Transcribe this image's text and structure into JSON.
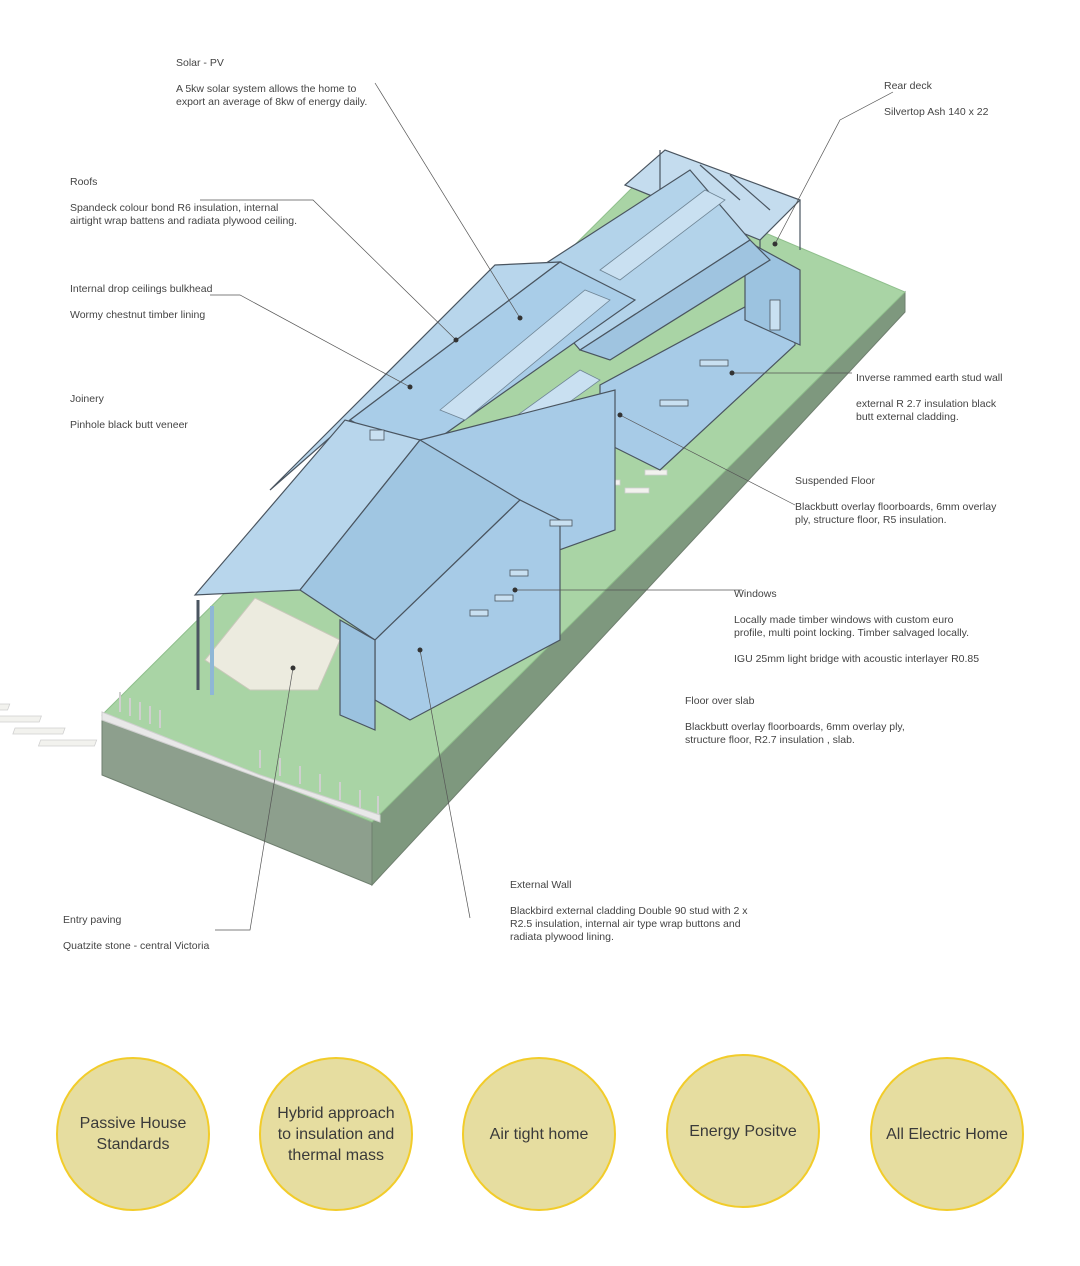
{
  "annotations": [
    {
      "id": "solar-pv",
      "title": "Solar - PV",
      "body": "A 5kw solar system allows the home to\nexport an average of 8kw of energy daily."
    },
    {
      "id": "roofs",
      "title": "Roofs",
      "body": "Spandeck colour bond R6 insulation, internal\nairtight wrap battens  and radiata plywood ceiling."
    },
    {
      "id": "internal-drop-ceilings",
      "title": "Internal drop ceilings bulkhead",
      "body": "Wormy chestnut timber lining"
    },
    {
      "id": "joinery",
      "title": "Joinery",
      "body": "Pinhole black butt veneer"
    },
    {
      "id": "rear-deck",
      "title": "Rear deck",
      "body": "Silvertop Ash 140 x 22"
    },
    {
      "id": "inverse-rammed-earth",
      "title": "Inverse rammed earth stud wall",
      "body": "external R 2.7 insulation black\nbutt external cladding."
    },
    {
      "id": "suspended-floor",
      "title": "Suspended Floor",
      "body": "Blackbutt overlay floorboards, 6mm overlay\nply, structure floor, R5 insulation."
    },
    {
      "id": "windows",
      "title": "Windows",
      "body": "Locally made timber windows with custom euro\nprofile, multi point locking. Timber salvaged locally.\n\nIGU 25mm light bridge with acoustic interlayer R0.85"
    },
    {
      "id": "floor-over-slab",
      "title": "Floor over slab",
      "body": "Blackbutt overlay floorboards, 6mm overlay ply,\nstructure floor, R2.7 insulation , slab."
    },
    {
      "id": "external-wall",
      "title": "External Wall",
      "body": "Blackbird external cladding Double 90 stud with 2 x\nR2.5 insulation, internal air type wrap buttons and\nradiata plywood lining."
    },
    {
      "id": "entry-paving",
      "title": "Entry paving",
      "body": "Quatzite stone - central Victoria"
    }
  ],
  "features": [
    "Passive House\nStandards",
    "Hybrid approach\nto insulation and\nthermal mass",
    "Air tight home",
    "Energy Positve",
    "All Electric Home"
  ],
  "colors": {
    "roof": "#b3d3ea",
    "wall": "#a7cbe7",
    "outline": "#4a5560",
    "lawn": "#a9d4a5",
    "base_side": "#8a9c8a",
    "paving": "#ecebdf",
    "circle_fill": "#e6dda0",
    "circle_border": "#f2cc2a"
  }
}
